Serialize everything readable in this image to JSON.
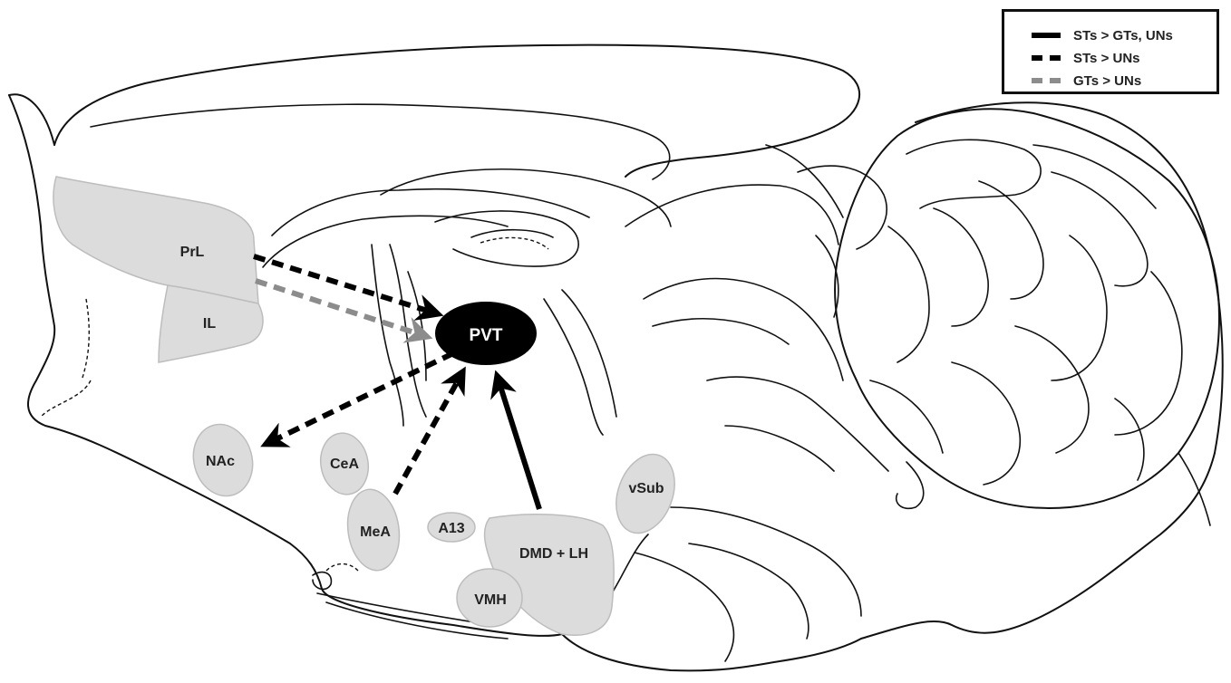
{
  "legend": {
    "items": [
      {
        "label": "STs > GTs, UNs",
        "style": "solid",
        "color": "#000000"
      },
      {
        "label": "STs > UNs",
        "style": "dashed",
        "color": "#000000"
      },
      {
        "label": "GTs > UNs",
        "style": "dashed",
        "color": "#8c8c8c"
      }
    ]
  },
  "regions": {
    "prl": "PrL",
    "il": "IL",
    "pvt": "PVT",
    "nac": "NAc",
    "cea": "CeA",
    "mea": "MeA",
    "a13": "A13",
    "dmd_lh": "DMD + LH",
    "vmh": "VMH",
    "vsub": "vSub"
  },
  "colors": {
    "region_fill": "#dcdcdc",
    "pvt_fill": "#000000",
    "gray_arrow": "#8c8c8c"
  }
}
